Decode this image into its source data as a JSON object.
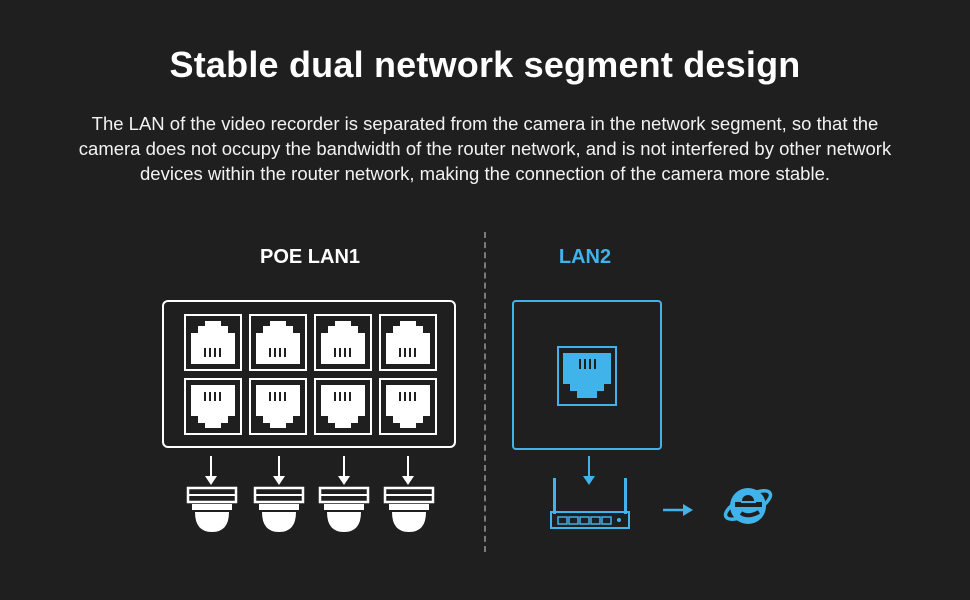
{
  "header": {
    "title": "Stable dual network segment design",
    "description_lines": [
      "The LAN of the video recorder is separated from the camera in the network segment, so that the",
      "camera does not occupy the bandwidth of the router network, and is not interfered by other network",
      "devices within the router network, making the connection of the camera more stable."
    ]
  },
  "poe": {
    "label": "POE LAN1",
    "port_count": 8,
    "camera_count": 4
  },
  "lan2": {
    "label": "LAN2"
  },
  "colors": {
    "background": "#1f1f1f",
    "white": "#ffffff",
    "accent": "#3fb3ea",
    "divider": "#7a7a7a"
  },
  "icons": [
    "rj45-port-icon",
    "down-arrow-icon",
    "dome-camera-icon",
    "router-icon",
    "right-arrow-icon",
    "internet-explorer-icon"
  ]
}
